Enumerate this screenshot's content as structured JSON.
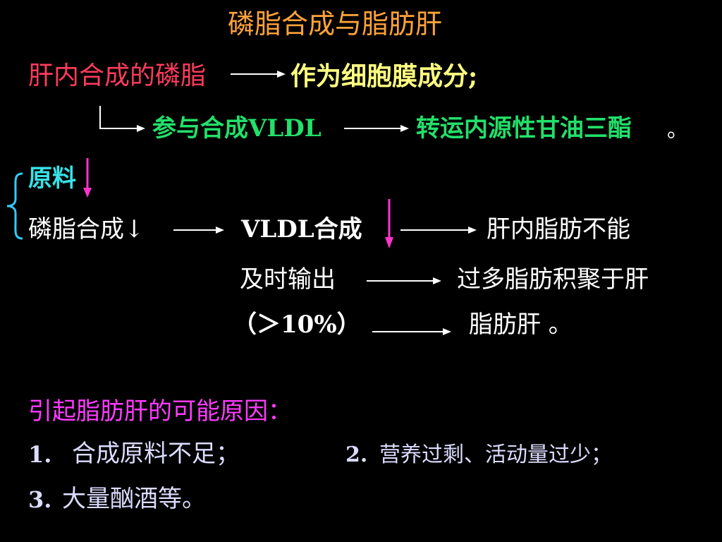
{
  "colors": {
    "background": "#000000",
    "title": "#FFA33A",
    "red": "#FF3B5C",
    "yellow": "#FFFF80",
    "green": "#22E06A",
    "white": "#FFFFFF",
    "cyan": "#36E3E8",
    "magenta": "#FF3BFF",
    "lavender": "#DCDCFF",
    "down_arrow": "#FF33CC",
    "brace": "#33CCFF"
  },
  "slide": {
    "title": "磷脂合成与脂肪肝",
    "line1": {
      "left": "肝内合成的磷脂",
      "right": "作为细胞膜成分;"
    },
    "line2": {
      "left": "参与合成VLDL",
      "right": "转运内源性甘油三酯",
      "end": "。"
    },
    "line3": {
      "label": "原料"
    },
    "line4": {
      "a": "磷脂合成↓",
      "b": "VLDL合成",
      "c": "肝内脂肪不能"
    },
    "line5": {
      "a": "及时输出",
      "b": "过多脂肪积聚于肝"
    },
    "line6": {
      "a": "（＞10%）",
      "b": "脂肪肝 。"
    },
    "causes": {
      "heading": "引起脂肪肝的可能原因：",
      "item1_num": "1.",
      "item1_text": "合成原料不足；",
      "item2_num": "2.",
      "item2_text": "营养过剩、活动量过少；",
      "item3_num": "3.",
      "item3_text": "大量酗酒等。"
    }
  }
}
